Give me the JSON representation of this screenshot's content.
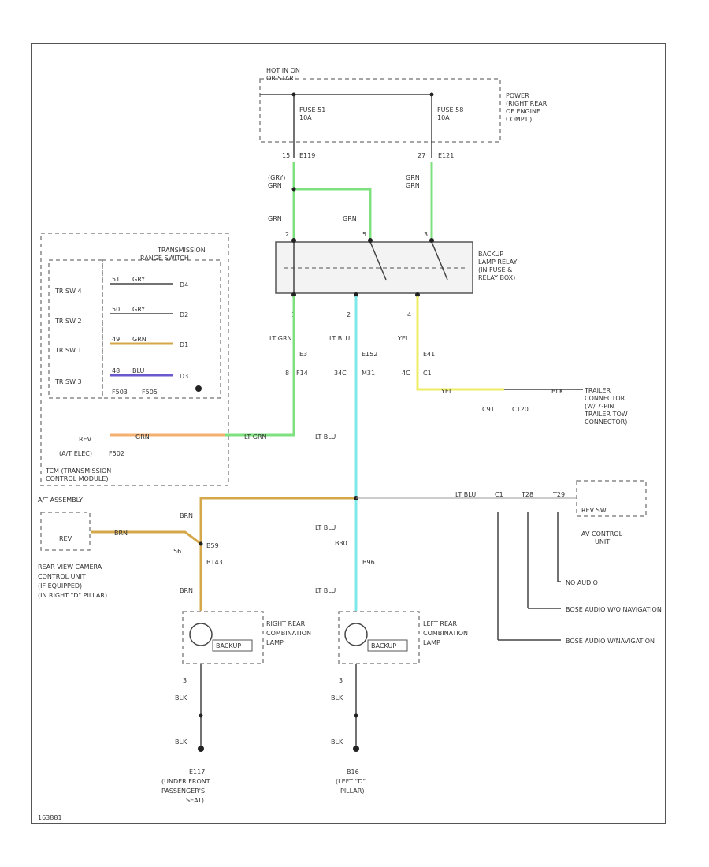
{
  "power": {
    "header_1": "HOT IN ON",
    "header_2": "OR START",
    "fuse_51_label": "FUSE 51",
    "fuse_51_rating": "10A",
    "fuse_58_label": "FUSE 58",
    "fuse_58_rating": "10A",
    "box_label": [
      "POWER",
      "(RIGHT REAR",
      "OF ENGINE",
      "COMPT.)"
    ],
    "fuse_51_pin": "15",
    "fuse_51_conn": "E119",
    "fuse_58_pin": "27",
    "fuse_58_conn": "E121"
  },
  "relay": {
    "label": [
      "BACKUP",
      "LAMP RELAY",
      "(IN FUSE &",
      "RELAY BOX)"
    ],
    "wire_label_top": "(GRY)",
    "wire_grn_left_1": "GRN",
    "wire_grn_left_2": "GRN",
    "wire_grn_mid": "GRN",
    "wire_grn_right": "GRN",
    "wire_upper_right": "GRN",
    "pin_top_left": "2",
    "pin_top_mid": "5",
    "pin_top_right": "3",
    "pin_bot_left": "1",
    "pin_bot_mid": "2",
    "pin_bot_right": "4"
  },
  "wires": {
    "lt_grn": "LT GRN",
    "lt_blu_1": "LT BLU",
    "lt_blu_2": "LT BLU",
    "lt_blu_3": "LT BLU",
    "lt_blu_4": "LT BLU",
    "yel_1": "YEL",
    "yel_2": "YEL",
    "e3": "E3",
    "e152": "E152",
    "e41": "E41",
    "c1": "C1",
    "pin_a": "8",
    "pin_b": "F14",
    "pin_c": "34C",
    "pin_d": "M31",
    "pin_e": "4C",
    "c91": "C91",
    "c120": "C120",
    "blk_1": "BLK",
    "blk_2": "BLK",
    "blk_3": "BLK",
    "blk_4": "BLK",
    "brn_1": "BRN",
    "brn_2": "BRN",
    "brn_3": "BRN",
    "b59": "B59",
    "b143": "B143",
    "pin_56": "56",
    "pin_3_left": "3",
    "pin_3_right": "3",
    "b30": "B30",
    "b96": "B96"
  },
  "tcm": {
    "title_1": "TRANSMISSION",
    "title_2": "RANGE SWITCH",
    "rows": [
      "TR SW 4",
      "TR SW 2",
      "TR SW 1",
      "TR SW 3"
    ],
    "row_wires": [
      "GRY",
      "GRY",
      "GRN",
      "BLU"
    ],
    "row_pins_left": [
      "51",
      "50",
      "49",
      "48"
    ],
    "row_pins_right": [
      "D4",
      "D2",
      "D1",
      "D3"
    ],
    "fuse_f503": "F503",
    "fuse_f505": "F505",
    "rev_label": "REV",
    "rev_sub": "(A/T ELEC)",
    "rev_pin": "F502",
    "rev_wire": "GRN",
    "footer_1": "TCM (TRANSMISSION",
    "footer_2": "CONTROL MODULE)"
  },
  "trailer": {
    "label": [
      "TRAILER",
      "CONNECTOR",
      "(W/ 7-PIN",
      "TRAILER TOW",
      "CONNECTOR)"
    ],
    "wire": "BLK"
  },
  "av": {
    "at_assembly": "A/T ASSEMBLY",
    "rev_left": "REV",
    "rev_sw": "REV SW",
    "unit_1": "AV CONTROL",
    "unit_2": "UNIT",
    "wire_labels": [
      "LT BLU",
      "C1",
      "T28",
      "T29"
    ],
    "bose_nav": "BOSE AUDIO W/NAVIGATION",
    "bose_nonav": "BOSE AUDIO W/O NAVIGATION",
    "no_audio": "NO AUDIO",
    "camera": [
      "REAR VIEW CAMERA",
      "CONTROL UNIT",
      "(IF EQUIPPED)",
      "(IN RIGHT \"D\" PILLAR)"
    ]
  },
  "lamps": {
    "right_label": [
      "RIGHT REAR",
      "COMBINATION",
      "LAMP"
    ],
    "left_label": [
      "LEFT REAR",
      "COMBINATION",
      "LAMP"
    ],
    "backup": "BACKUP",
    "ground_right": [
      "E117",
      "(UNDER FRONT",
      "PASSENGER'S",
      "SEAT)"
    ],
    "ground_left": [
      "B16",
      "(LEFT \"D\"",
      "PILLAR)"
    ]
  },
  "footer_code": "163881",
  "colors": {
    "green_wire": "#7fe07f",
    "blue_wire": "#7fe8e8",
    "yellow_wire": "#eeee66",
    "orange_wire": "#f4b070",
    "brown_wire": "#d4a84a",
    "purple_wire": "#6a5acd"
  }
}
